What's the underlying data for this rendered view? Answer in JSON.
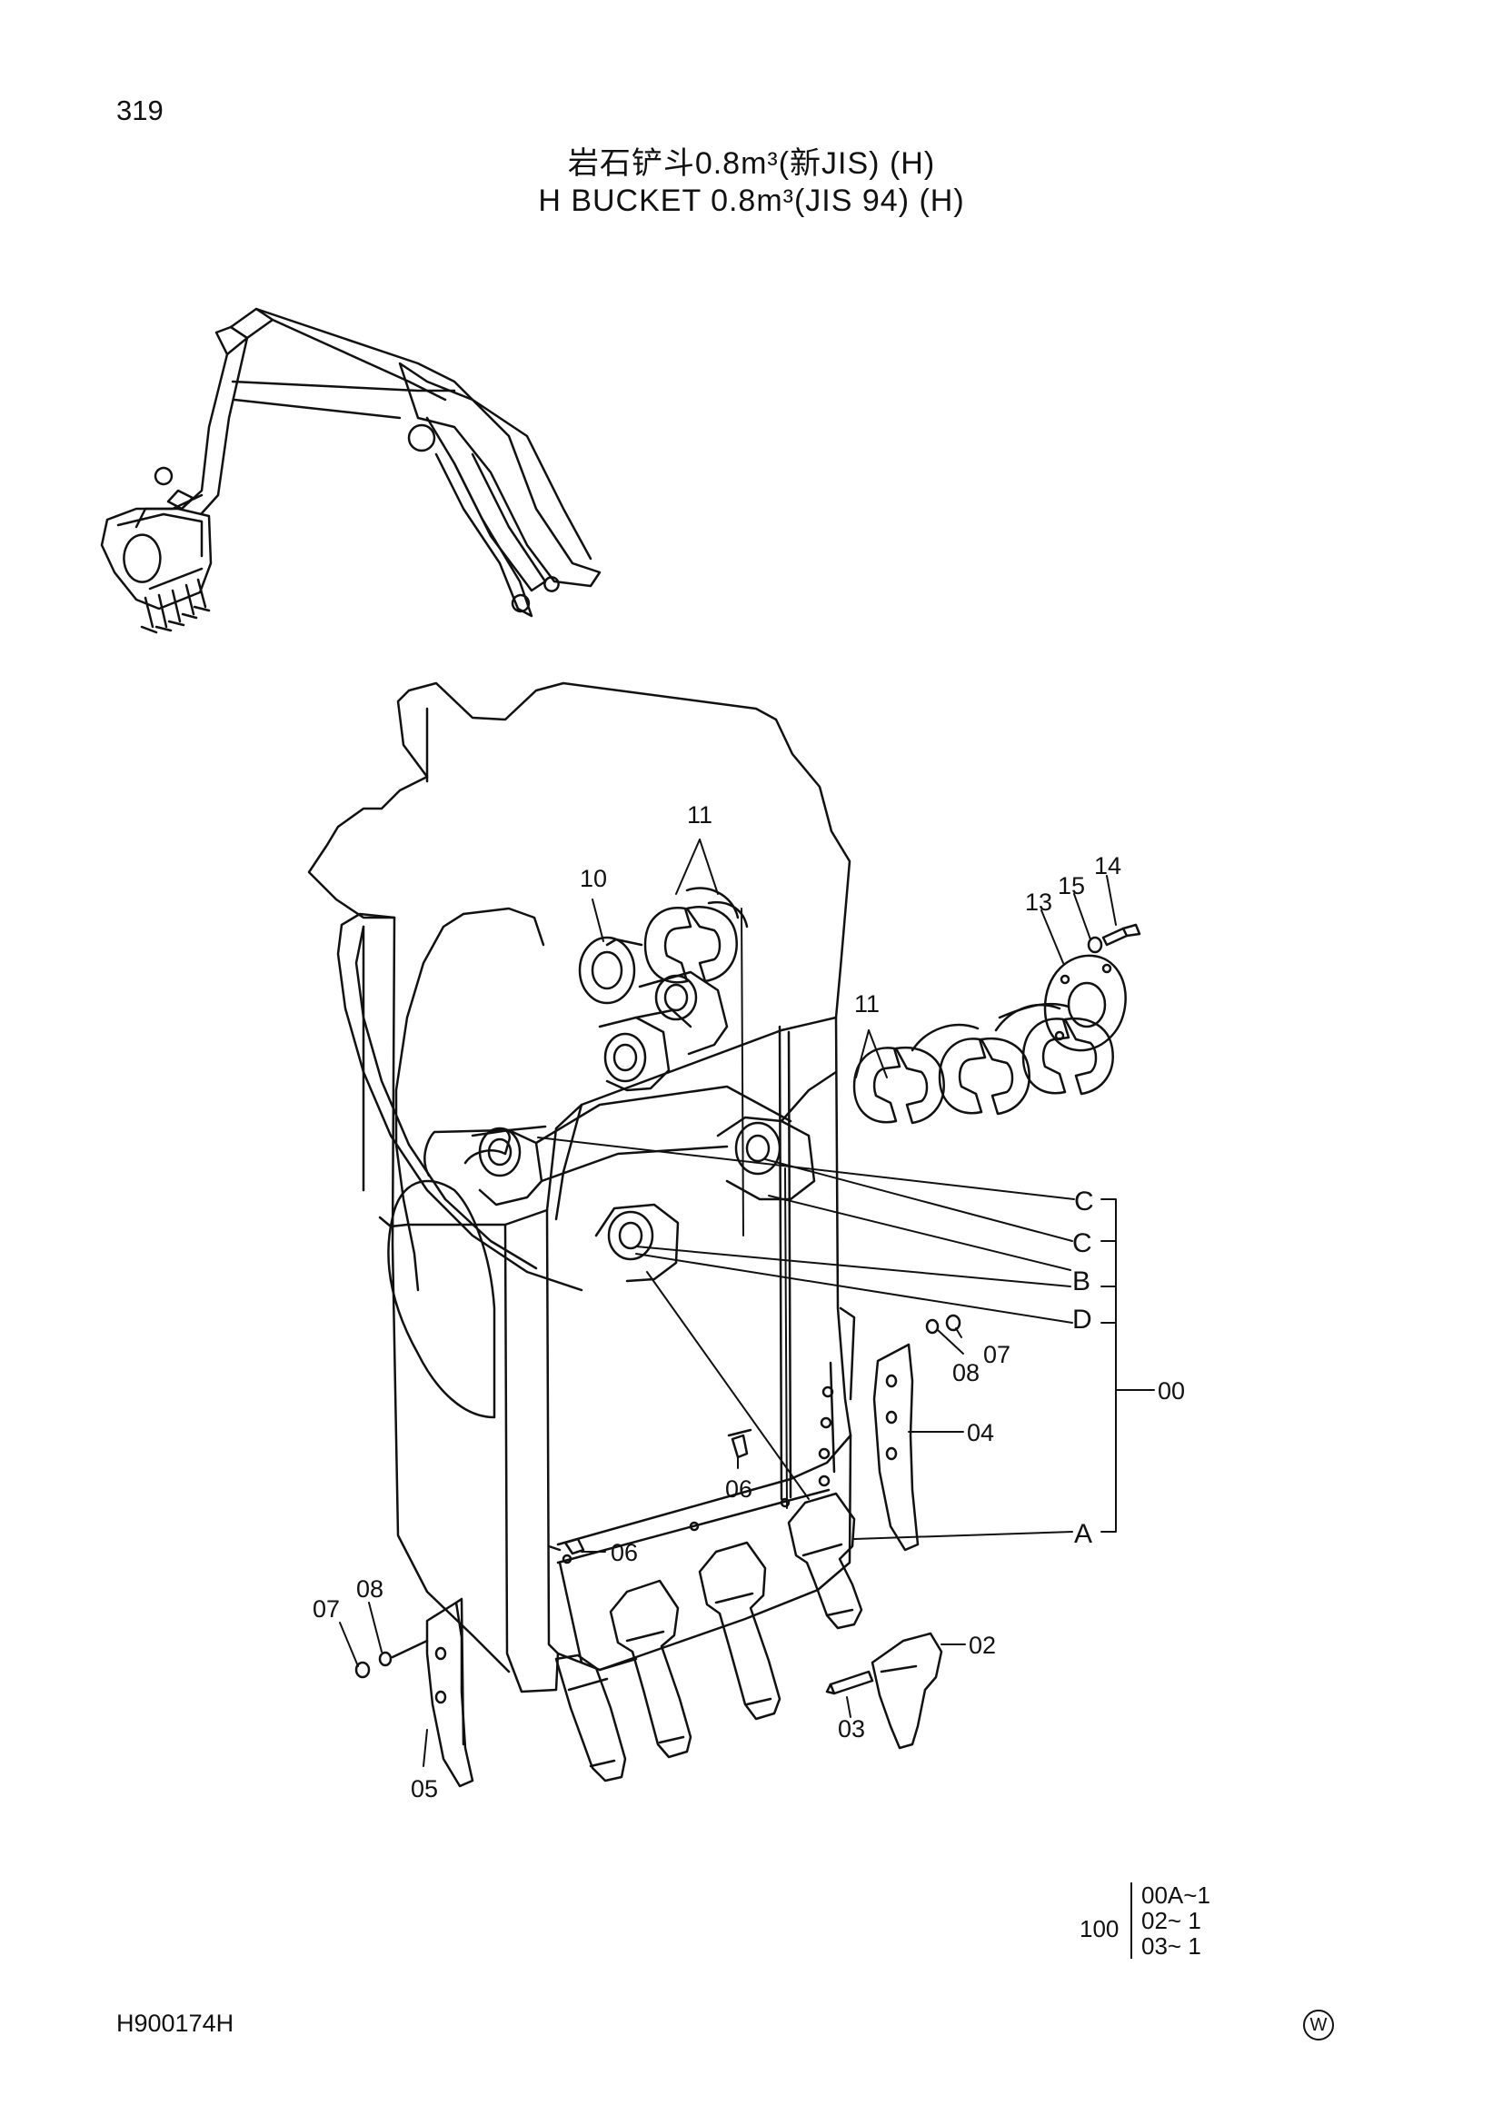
{
  "page": {
    "number": "319",
    "drawing_code": "H900174H",
    "mark": "W"
  },
  "title": {
    "chinese": "岩石铲斗0.8m³(新JIS) (H)",
    "english": "H  BUCKET  0.8m³(JIS 94) (H)"
  },
  "callouts": {
    "00": "00",
    "02": "02",
    "03": "03",
    "04": "04",
    "05": "05",
    "06a": "06",
    "06b": "06",
    "07a": "07",
    "07b": "07",
    "08a": "08",
    "08b": "08",
    "10": "10",
    "11a": "11",
    "11b": "11",
    "13": "13",
    "14": "14",
    "15": "15"
  },
  "assembly_refs": {
    "A": "A",
    "B": "B",
    "C1": "C",
    "C2": "C",
    "D": "D"
  },
  "reference_block": {
    "quantity": "100",
    "entries": [
      "00A~1",
      "02~ 1",
      "03~ 1"
    ]
  }
}
